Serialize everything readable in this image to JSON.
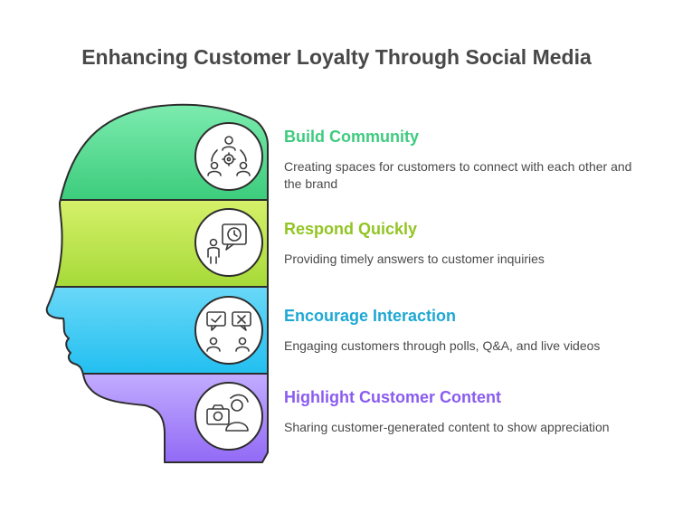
{
  "title": "Enhancing Customer Loyalty Through Social Media",
  "steps": [
    {
      "title": "Build Community",
      "description": "Creating spaces for customers to connect with each other and the brand",
      "color": "#3ecb7f",
      "icon": "community-icon"
    },
    {
      "title": "Respond Quickly",
      "description": "Providing timely answers to customer inquiries",
      "color": "#92c524",
      "icon": "clock-chat-icon"
    },
    {
      "title": "Encourage Interaction",
      "description": "Engaging customers through polls, Q&A, and live videos",
      "color": "#1fa8d4",
      "icon": "poll-icon"
    },
    {
      "title": "Highlight Customer Content",
      "description": "Sharing customer-generated content to show appreciation",
      "color": "#8a5cf0",
      "icon": "camera-user-icon"
    }
  ]
}
